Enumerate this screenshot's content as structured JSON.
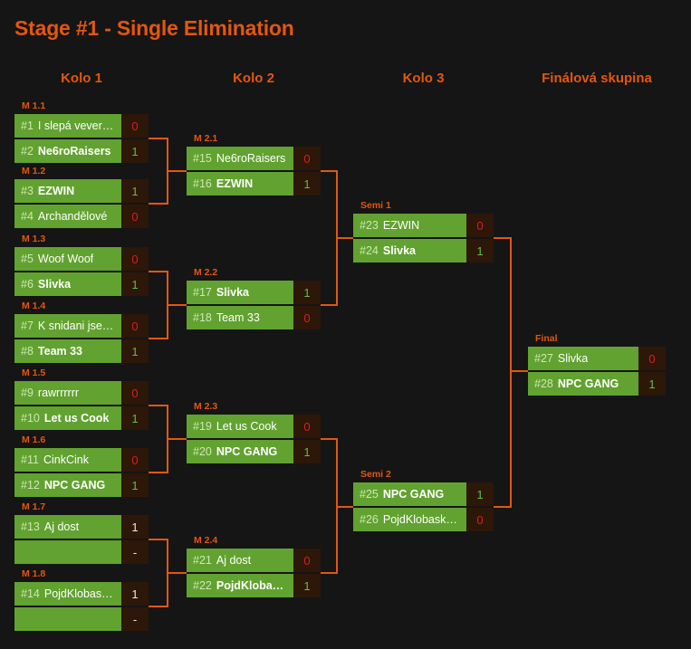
{
  "stage": {
    "title": "Stage #1 - Single Elimination"
  },
  "theme": {
    "background": "#151515",
    "accent": "#e2570f",
    "team_green": "#62a230",
    "score_bg": "#2d1708",
    "score_win": "#5fbf4a",
    "score_loss": "#d62020"
  },
  "rounds": [
    {
      "id": "r1",
      "label": "Kolo 1"
    },
    {
      "id": "r2",
      "label": "Kolo 2"
    },
    {
      "id": "r3",
      "label": "Kolo 3"
    },
    {
      "id": "r4",
      "label": "Finálová skupina"
    }
  ],
  "matches": [
    {
      "id": "m1_1",
      "label": "M 1.1",
      "round": 1,
      "top": {
        "seed": "#1",
        "name": "I slepá veverka…",
        "score": "0",
        "result": "loss"
      },
      "bottom": {
        "seed": "#2",
        "name": "Ne6roRaisers",
        "score": "1",
        "result": "win"
      }
    },
    {
      "id": "m1_2",
      "label": "M 1.2",
      "round": 1,
      "top": {
        "seed": "#3",
        "name": "EZWIN",
        "score": "1",
        "result": "win"
      },
      "bottom": {
        "seed": "#4",
        "name": "Archandělové",
        "score": "0",
        "result": "loss"
      }
    },
    {
      "id": "m1_3",
      "label": "M 1.3",
      "round": 1,
      "top": {
        "seed": "#5",
        "name": "Woof Woof",
        "score": "0",
        "result": "loss"
      },
      "bottom": {
        "seed": "#6",
        "name": "Slivka",
        "score": "1",
        "result": "win"
      }
    },
    {
      "id": "m1_4",
      "label": "M 1.4",
      "round": 1,
      "top": {
        "seed": "#7",
        "name": "K snidani jsem …",
        "score": "0",
        "result": "loss"
      },
      "bottom": {
        "seed": "#8",
        "name": "Team 33",
        "score": "1",
        "result": "win"
      }
    },
    {
      "id": "m1_5",
      "label": "M 1.5",
      "round": 1,
      "top": {
        "seed": "#9",
        "name": "rawrrrrrr",
        "score": "0",
        "result": "loss"
      },
      "bottom": {
        "seed": "#10",
        "name": "Let us Cook",
        "score": "1",
        "result": "win"
      }
    },
    {
      "id": "m1_6",
      "label": "M 1.6",
      "round": 1,
      "top": {
        "seed": "#11",
        "name": "CinkCink",
        "score": "0",
        "result": "loss"
      },
      "bottom": {
        "seed": "#12",
        "name": "NPC GANG",
        "score": "1",
        "result": "win"
      }
    },
    {
      "id": "m1_7",
      "label": "M 1.7",
      "round": 1,
      "top": {
        "seed": "#13",
        "name": "Aj dost",
        "score": "1",
        "result": "none"
      },
      "bottom": {
        "seed": "",
        "name": "",
        "score": "-",
        "result": "none"
      }
    },
    {
      "id": "m1_8",
      "label": "M 1.8",
      "round": 1,
      "top": {
        "seed": "#14",
        "name": "PojdKlobaska…",
        "score": "1",
        "result": "none"
      },
      "bottom": {
        "seed": "",
        "name": "",
        "score": "-",
        "result": "none"
      }
    },
    {
      "id": "m2_1",
      "label": "M 2.1",
      "round": 2,
      "top": {
        "seed": "#15",
        "name": "Ne6roRaisers",
        "score": "0",
        "result": "loss"
      },
      "bottom": {
        "seed": "#16",
        "name": "EZWIN",
        "score": "1",
        "result": "win"
      }
    },
    {
      "id": "m2_2",
      "label": "M 2.2",
      "round": 2,
      "top": {
        "seed": "#17",
        "name": "Slivka",
        "score": "1",
        "result": "win"
      },
      "bottom": {
        "seed": "#18",
        "name": "Team 33",
        "score": "0",
        "result": "loss"
      }
    },
    {
      "id": "m2_3",
      "label": "M 2.3",
      "round": 2,
      "top": {
        "seed": "#19",
        "name": "Let us Cook",
        "score": "0",
        "result": "loss"
      },
      "bottom": {
        "seed": "#20",
        "name": "NPC GANG",
        "score": "1",
        "result": "win"
      }
    },
    {
      "id": "m2_4",
      "label": "M 2.4",
      "round": 2,
      "top": {
        "seed": "#21",
        "name": "Aj dost",
        "score": "0",
        "result": "loss"
      },
      "bottom": {
        "seed": "#22",
        "name": "PojdKlobask…",
        "score": "1",
        "result": "win"
      }
    },
    {
      "id": "m3_1",
      "label": "Semi 1",
      "round": 3,
      "top": {
        "seed": "#23",
        "name": "EZWIN",
        "score": "0",
        "result": "loss"
      },
      "bottom": {
        "seed": "#24",
        "name": "Slivka",
        "score": "1",
        "result": "win"
      }
    },
    {
      "id": "m3_2",
      "label": "Semi 2",
      "round": 3,
      "top": {
        "seed": "#25",
        "name": "NPC GANG",
        "score": "1",
        "result": "win"
      },
      "bottom": {
        "seed": "#26",
        "name": "PojdKlobaska…",
        "score": "0",
        "result": "loss"
      }
    },
    {
      "id": "m4_1",
      "label": "Final",
      "round": 4,
      "top": {
        "seed": "#27",
        "name": "Slivka",
        "score": "0",
        "result": "loss"
      },
      "bottom": {
        "seed": "#28",
        "name": "NPC GANG",
        "score": "1",
        "result": "win"
      }
    }
  ]
}
